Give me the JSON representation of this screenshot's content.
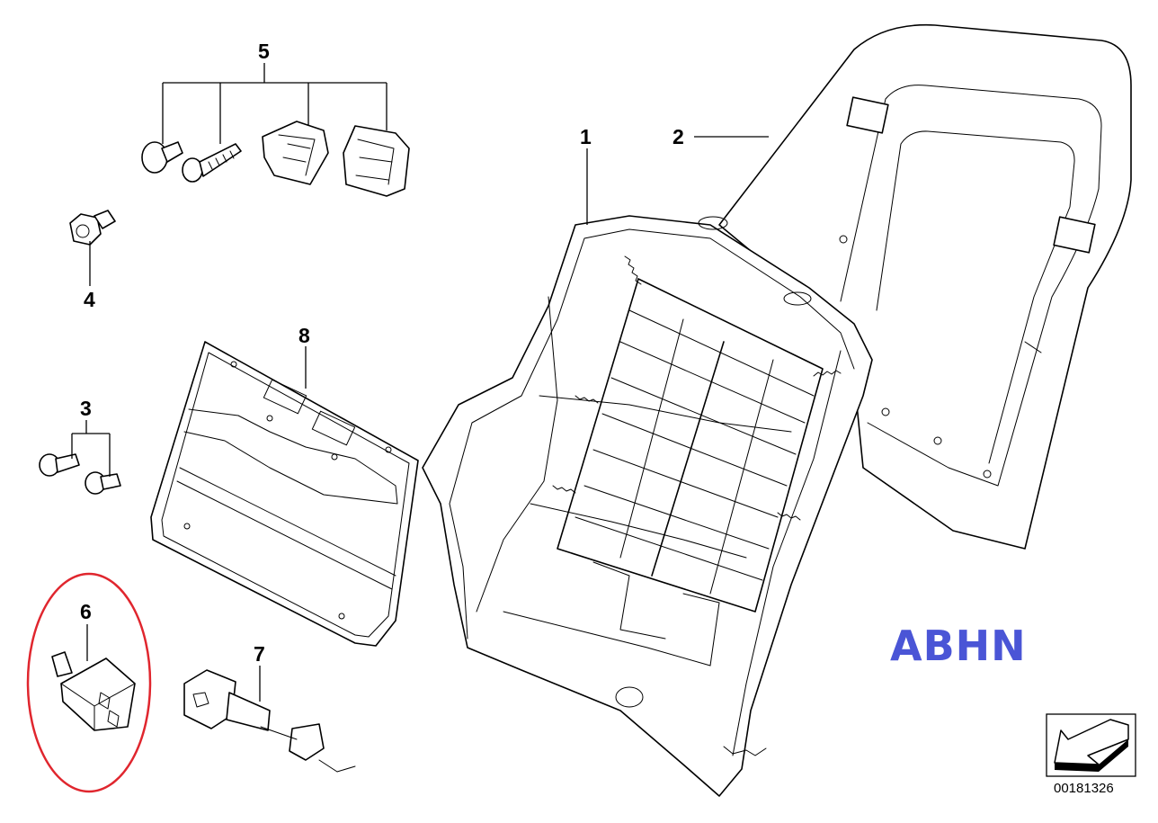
{
  "diagram": {
    "callouts": [
      "1",
      "2",
      "3",
      "4",
      "5",
      "6",
      "7",
      "8"
    ],
    "code_label": "ABHN",
    "reference_number": "00181326",
    "highlight_color": "#e0262e",
    "label_color": "#4a55d6"
  }
}
